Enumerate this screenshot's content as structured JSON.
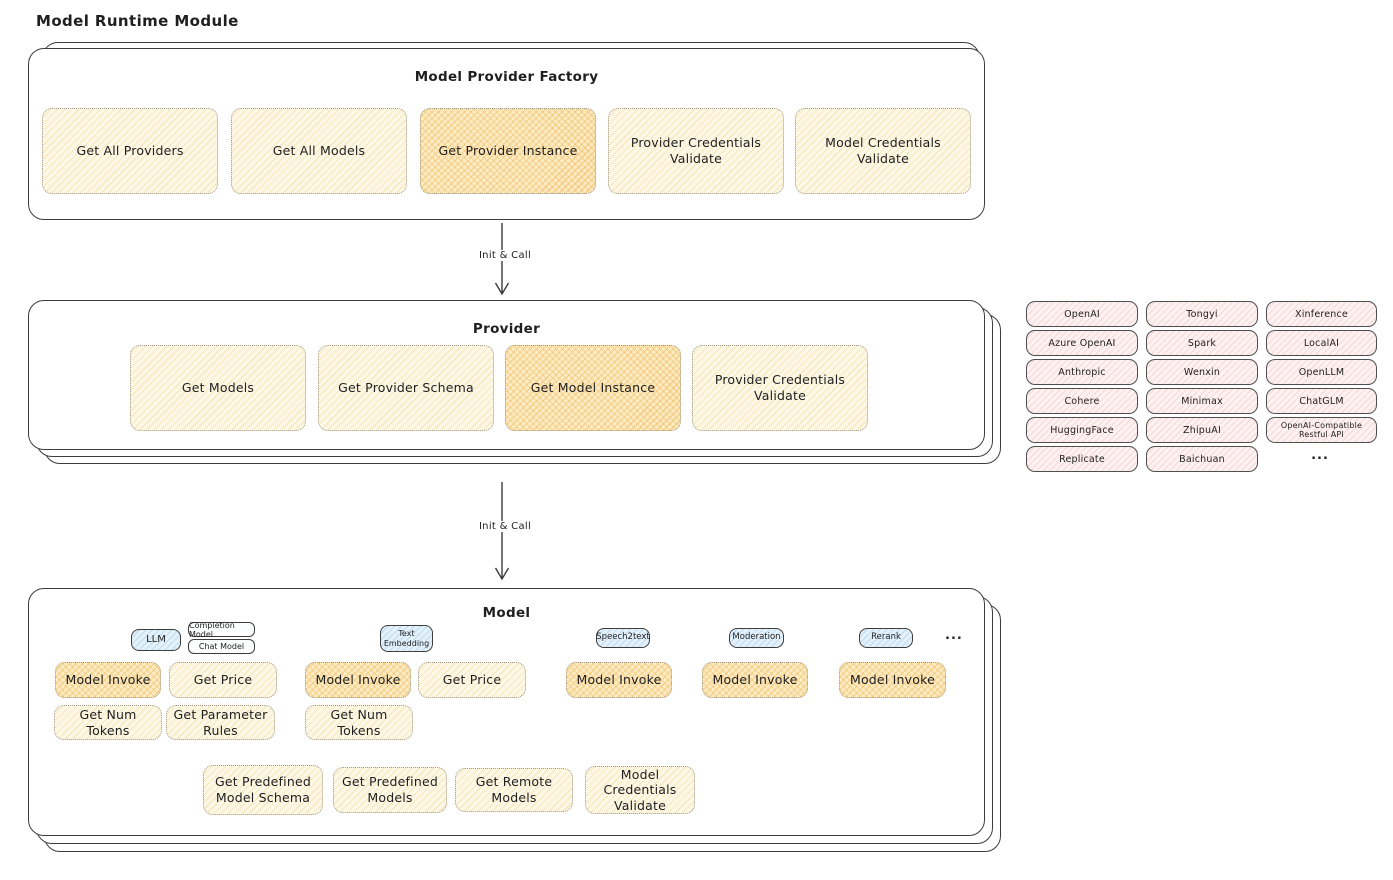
{
  "page_title": "Model Runtime Module",
  "factory": {
    "title": "Model Provider Factory",
    "items": [
      {
        "label": "Get All Providers"
      },
      {
        "label": "Get All Models"
      },
      {
        "label": "Get Provider Instance"
      },
      {
        "label": "Provider Credentials Validate"
      },
      {
        "label": "Model Credentials Validate"
      }
    ]
  },
  "arrows": {
    "label1": "Init & Call",
    "label2": "Init & Call"
  },
  "provider": {
    "title": "Provider",
    "items": [
      {
        "label": "Get Models"
      },
      {
        "label": "Get Provider Schema"
      },
      {
        "label": "Get Model Instance"
      },
      {
        "label": "Provider Credentials Validate"
      }
    ]
  },
  "providers_list": {
    "items": [
      "OpenAI",
      "Tongyi",
      "Xinference",
      "Azure OpenAI",
      "Spark",
      "LocalAI",
      "Anthropic",
      "Wenxin",
      "OpenLLM",
      "Cohere",
      "Minimax",
      "ChatGLM",
      "HuggingFace",
      "ZhipuAI",
      "OpenAI-Compatible Restful API",
      "Replicate",
      "Baichuan"
    ],
    "more": "..."
  },
  "model": {
    "title": "Model",
    "tags": [
      {
        "label": "LLM"
      },
      {
        "label": "Completion Model"
      },
      {
        "label": "Chat Model"
      },
      {
        "label": "Text Embedding"
      },
      {
        "label": "Speech2text"
      },
      {
        "label": "Moderation"
      },
      {
        "label": "Rerank"
      }
    ],
    "tags_more": "...",
    "items": [
      {
        "label": "Model Invoke"
      },
      {
        "label": "Get Price"
      },
      {
        "label": "Model Invoke"
      },
      {
        "label": "Get Price"
      },
      {
        "label": "Model Invoke"
      },
      {
        "label": "Model Invoke"
      },
      {
        "label": "Model Invoke"
      },
      {
        "label": "Get Num Tokens"
      },
      {
        "label": "Get Parameter Rules"
      },
      {
        "label": "Get Num Tokens"
      },
      {
        "label": "Get Predefined Model Schema"
      },
      {
        "label": "Get Predefined Models"
      },
      {
        "label": "Get Remote Models"
      },
      {
        "label": "Model Credentials Validate"
      }
    ]
  },
  "colors": {
    "cream_box": "#fdf8e6",
    "highlight_box": "#fbeac2",
    "pink_pill": "#fdf1f1",
    "blue_tag": "#e4f1fb",
    "stroke": "#3d3d3d"
  }
}
